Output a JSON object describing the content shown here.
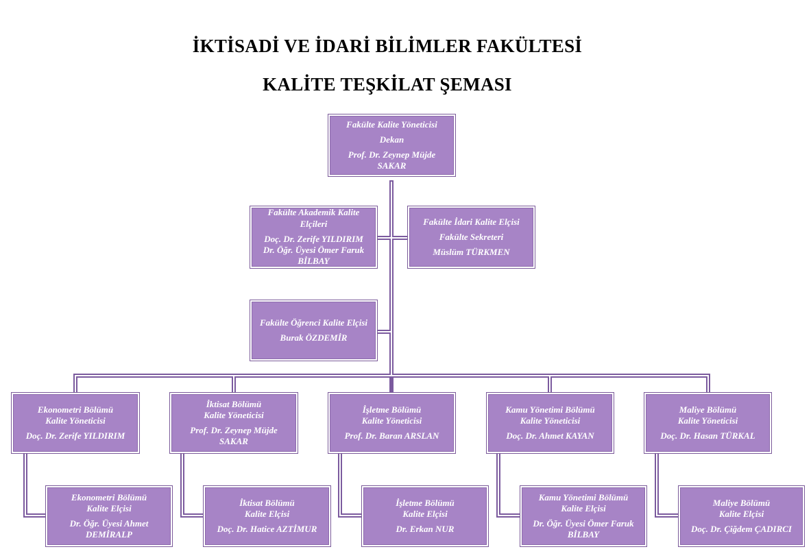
{
  "title": {
    "line1": "İKTİSADİ VE İDARİ BİLİMLER FAKÜLTESİ",
    "line2": "KALİTE TEŞKİLAT ŞEMASI"
  },
  "colors": {
    "box_fill": "#a784c6",
    "connector": "#7b5a9e",
    "text": "#ffffff"
  },
  "dean": {
    "role": "Fakülte Kalite Yöneticisi",
    "title": "Dekan",
    "name": "Prof. Dr. Zeynep Müjde SAKAR"
  },
  "academic_envoys": {
    "role": "Fakülte Akademik Kalite Elçileri",
    "name1": "Doç. Dr. Zerife YILDIRIM",
    "name2": "Dr. Öğr. Üyesi Ömer Faruk BİLBAY"
  },
  "admin_envoy": {
    "role": "Fakülte İdari Kalite Elçisi",
    "title": "Fakülte Sekreteri",
    "name": "Müslüm TÜRKMEN"
  },
  "student_envoy": {
    "role": "Fakülte Öğrenci Kalite Elçisi",
    "name": "Burak ÖZDEMİR"
  },
  "departments": [
    {
      "manager": {
        "dept": "Ekonometri Bölümü",
        "role": "Kalite Yöneticisi",
        "name": "Doç. Dr. Zerife YILDIRIM"
      },
      "envoy": {
        "dept": "Ekonometri Bölümü",
        "role": "Kalite Elçisi",
        "name": "Dr. Öğr. Üyesi Ahmet DEMİRALP"
      }
    },
    {
      "manager": {
        "dept": "İktisat Bölümü",
        "role": "Kalite Yöneticisi",
        "name": "Prof. Dr. Zeynep Müjde SAKAR"
      },
      "envoy": {
        "dept": "İktisat Bölümü",
        "role": "Kalite Elçisi",
        "name": "Doç. Dr. Hatice AZTİMUR"
      }
    },
    {
      "manager": {
        "dept": "İşletme Bölümü",
        "role": "Kalite Yöneticisi",
        "name": "Prof. Dr. Baran ARSLAN"
      },
      "envoy": {
        "dept": "İşletme Bölümü",
        "role": "Kalite Elçisi",
        "name": "Dr. Erkan NUR"
      }
    },
    {
      "manager": {
        "dept": "Kamu Yönetimi Bölümü",
        "role": "Kalite Yöneticisi",
        "name": "Doç. Dr. Ahmet KAYAN"
      },
      "envoy": {
        "dept": "Kamu Yönetimi Bölümü",
        "role": "Kalite Elçisi",
        "name": "Dr. Öğr. Üyesi Ömer Faruk BİLBAY"
      }
    },
    {
      "manager": {
        "dept": "Maliye Bölümü",
        "role": "Kalite Yöneticisi",
        "name": "Doç. Dr. Hasan TÜRKAL"
      },
      "envoy": {
        "dept": "Maliye Bölümü",
        "role": "Kalite Elçisi",
        "name": "Doç. Dr. Çiğdem ÇADIRCI"
      }
    }
  ]
}
